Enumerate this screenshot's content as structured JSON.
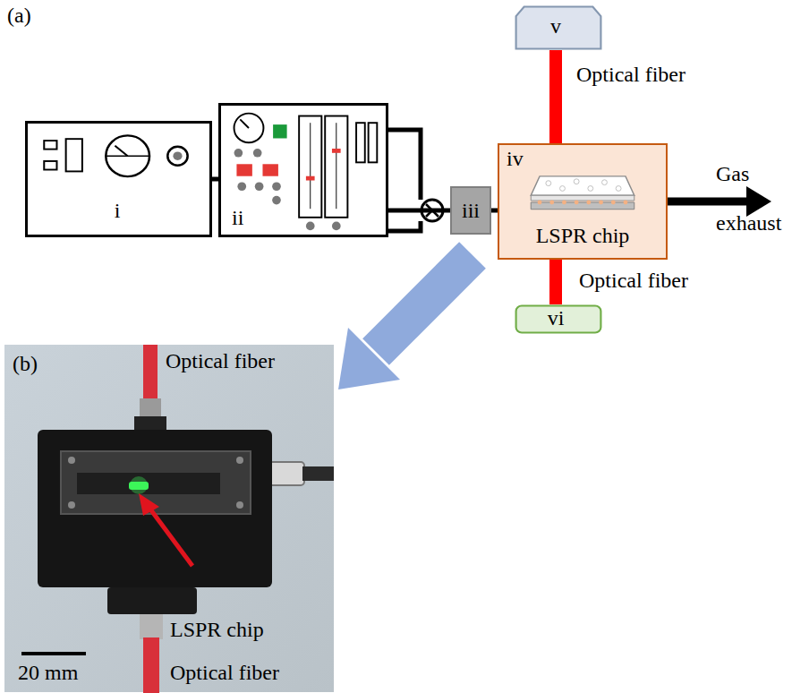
{
  "diagram": {
    "nodes": [
      {
        "text": [
          "i"
        ]
      },
      {
        "text": [
          "ii"
        ]
      },
      {
        "text": [
          "iii"
        ]
      },
      {
        "text": [
          "iv",
          "LSPR chip"
        ]
      },
      {
        "text": [
          "v"
        ]
      },
      {
        "text": [
          "vi"
        ]
      }
    ],
    "edges": [
      {
        "from": 0,
        "to": 1,
        "arrow": "none"
      },
      {
        "from": 1,
        "to": 2,
        "arrow": "none"
      },
      {
        "from": 2,
        "to": 3,
        "arrow": "none"
      },
      {
        "from": 4,
        "to": 3,
        "label": "Optical fiber",
        "arrow": "none"
      },
      {
        "from": 3,
        "to": 5,
        "label": "Optical fiber",
        "arrow": "none"
      }
    ],
    "labels": [
      "(a)",
      "Gas exhaust",
      "(b)",
      "Optical fiber",
      "Optical fiber",
      "LSPR chip",
      "20 mm"
    ]
  }
}
